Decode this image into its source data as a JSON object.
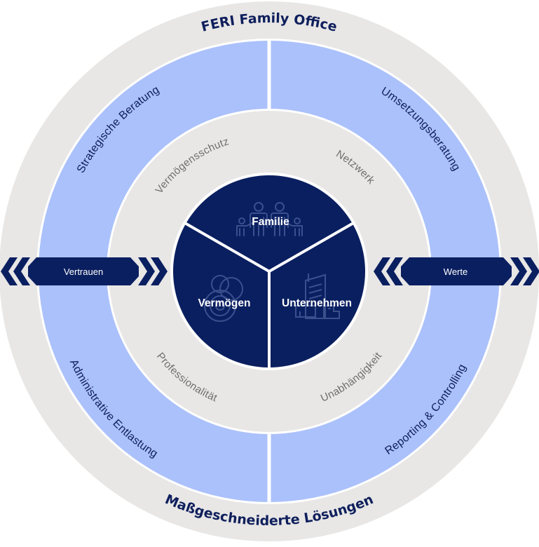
{
  "diagram": {
    "outer_ring": {
      "top_label": "FERI Family Office",
      "bottom_label": "Maßgeschneiderte Lösungen"
    },
    "service_ring": {
      "quadrants": [
        {
          "label": "Strategische Beratung",
          "position": "top-left"
        },
        {
          "label": "Umsetzungsberatung",
          "position": "top-right"
        },
        {
          "label": "Administrative Entlastung",
          "position": "bottom-left"
        },
        {
          "label": "Reporting & Controlling",
          "position": "bottom-right"
        }
      ]
    },
    "values_ring": {
      "items": [
        {
          "label": "Vermögensschutz",
          "position": "top-left"
        },
        {
          "label": "Netzwerk",
          "position": "top-right"
        },
        {
          "label": "Professionalität",
          "position": "bottom-left"
        },
        {
          "label": "Unabhängigkeit",
          "position": "bottom-right"
        }
      ]
    },
    "core": {
      "segments": [
        {
          "label": "Familie",
          "icon": "family-icon"
        },
        {
          "label": "Vermögen",
          "icon": "coins-icon"
        },
        {
          "label": "Unternehmen",
          "icon": "building-icon"
        }
      ]
    },
    "arrows": {
      "left": {
        "label": "Vertrauen"
      },
      "right": {
        "label": "Werte"
      }
    },
    "colors": {
      "navy": "#0a1f60",
      "light_blue": "#abc1fb",
      "light_gray": "#e8e7e6",
      "icon_stroke": "#3a4f8c",
      "gray_text": "#6e6e6e"
    }
  }
}
